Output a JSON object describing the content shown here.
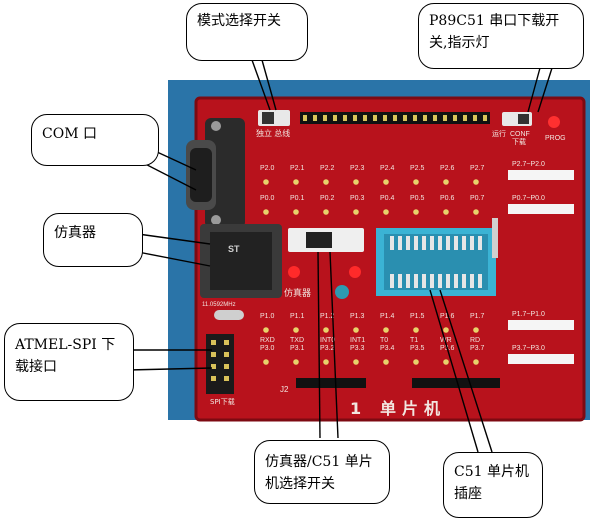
{
  "colors": {
    "background": "#2a74a8",
    "board": "#b8121c",
    "pcb_text": "#f2e6e0",
    "callout_border": "#000000"
  },
  "callouts": {
    "mode_switch": "模式选择开关",
    "serial_switch": "P89C51 串口下载开关,指示灯",
    "com_port": "COM 口",
    "emulator": "仿真器",
    "atmel_spi": "ATMEL-SPI 下载接口",
    "emu_c51_switch": "仿真器/C51 单片机选择开关",
    "c51_socket": "C51 单片机插座"
  },
  "board": {
    "mode_labels": "独立 总线",
    "run_label": "运行",
    "conf_label": "CONF",
    "download_label": "下载",
    "prog_label": "PROG",
    "emulator_label": "仿真器",
    "j2_label": "J2",
    "spi_label": "SPI下载",
    "title": "单片机",
    "title_prefix": "1",
    "osc_label": "11.0592MHz",
    "port0_labels": [
      "P2.0",
      "P2.1",
      "P2.2",
      "P2.3",
      "P2.4",
      "P2.5",
      "P2.6",
      "P2.7"
    ],
    "port1_labels": [
      "P0.0",
      "P0.1",
      "P0.2",
      "P0.3",
      "P0.4",
      "P0.5",
      "P0.6",
      "P0.7"
    ],
    "port2_labels": [
      "P1.0",
      "P1.1",
      "P1.2",
      "P1.3",
      "P1.4",
      "P1.5",
      "P1.6",
      "P1.7"
    ],
    "port3_top": [
      "RXD",
      "TXD",
      "INT0",
      "INT1",
      "T0",
      "T1",
      "WR",
      "RD"
    ],
    "port3_bot": [
      "P3.0",
      "P3.1",
      "P3.2",
      "P3.3",
      "P3.4",
      "P3.5",
      "P3.6",
      "P3.7"
    ],
    "right_labels": {
      "p2": "P2.7~P2.0",
      "p0": "P0.7~P0.0",
      "p1": "P1.7~P1.0",
      "p3": "P3.7~P3.0"
    }
  }
}
